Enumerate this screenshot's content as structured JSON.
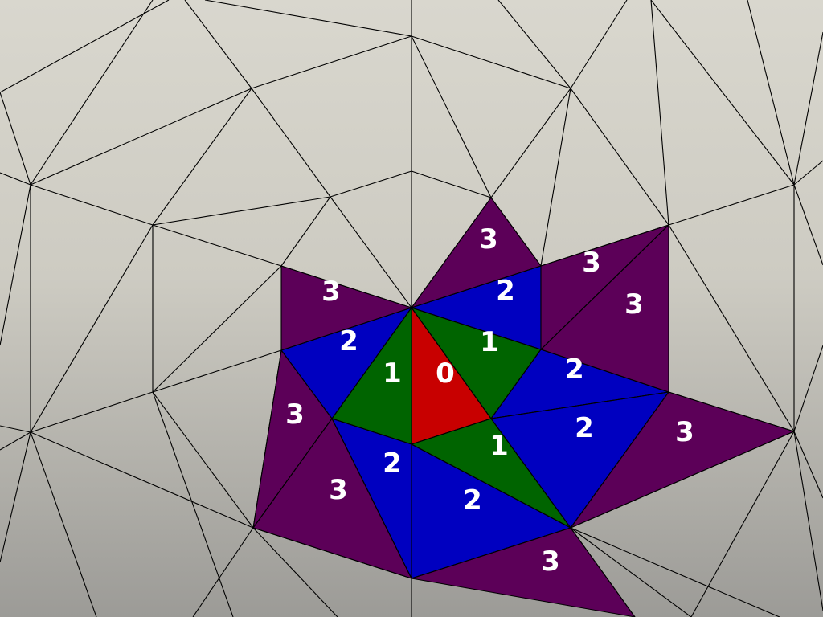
{
  "colors": {
    "level_0": "#c80000",
    "level_1": "#006400",
    "level_2": "#0000c0",
    "level_3": "#5c0058",
    "edge": "#000000",
    "label": "#ffffff"
  },
  "labels": {
    "center": "0",
    "ring1_a": "1",
    "ring1_b": "1",
    "ring1_c": "1",
    "ring2_a": "2",
    "ring2_b": "2",
    "ring2_c": "2",
    "ring2_d": "2",
    "ring2_e": "2",
    "ring2_f": "2",
    "ring3_a": "3",
    "ring3_b": "3",
    "ring3_c": "3",
    "ring3_d": "3",
    "ring3_e": "3",
    "ring3_f": "3",
    "ring3_g": "3",
    "ring3_h": "3"
  }
}
